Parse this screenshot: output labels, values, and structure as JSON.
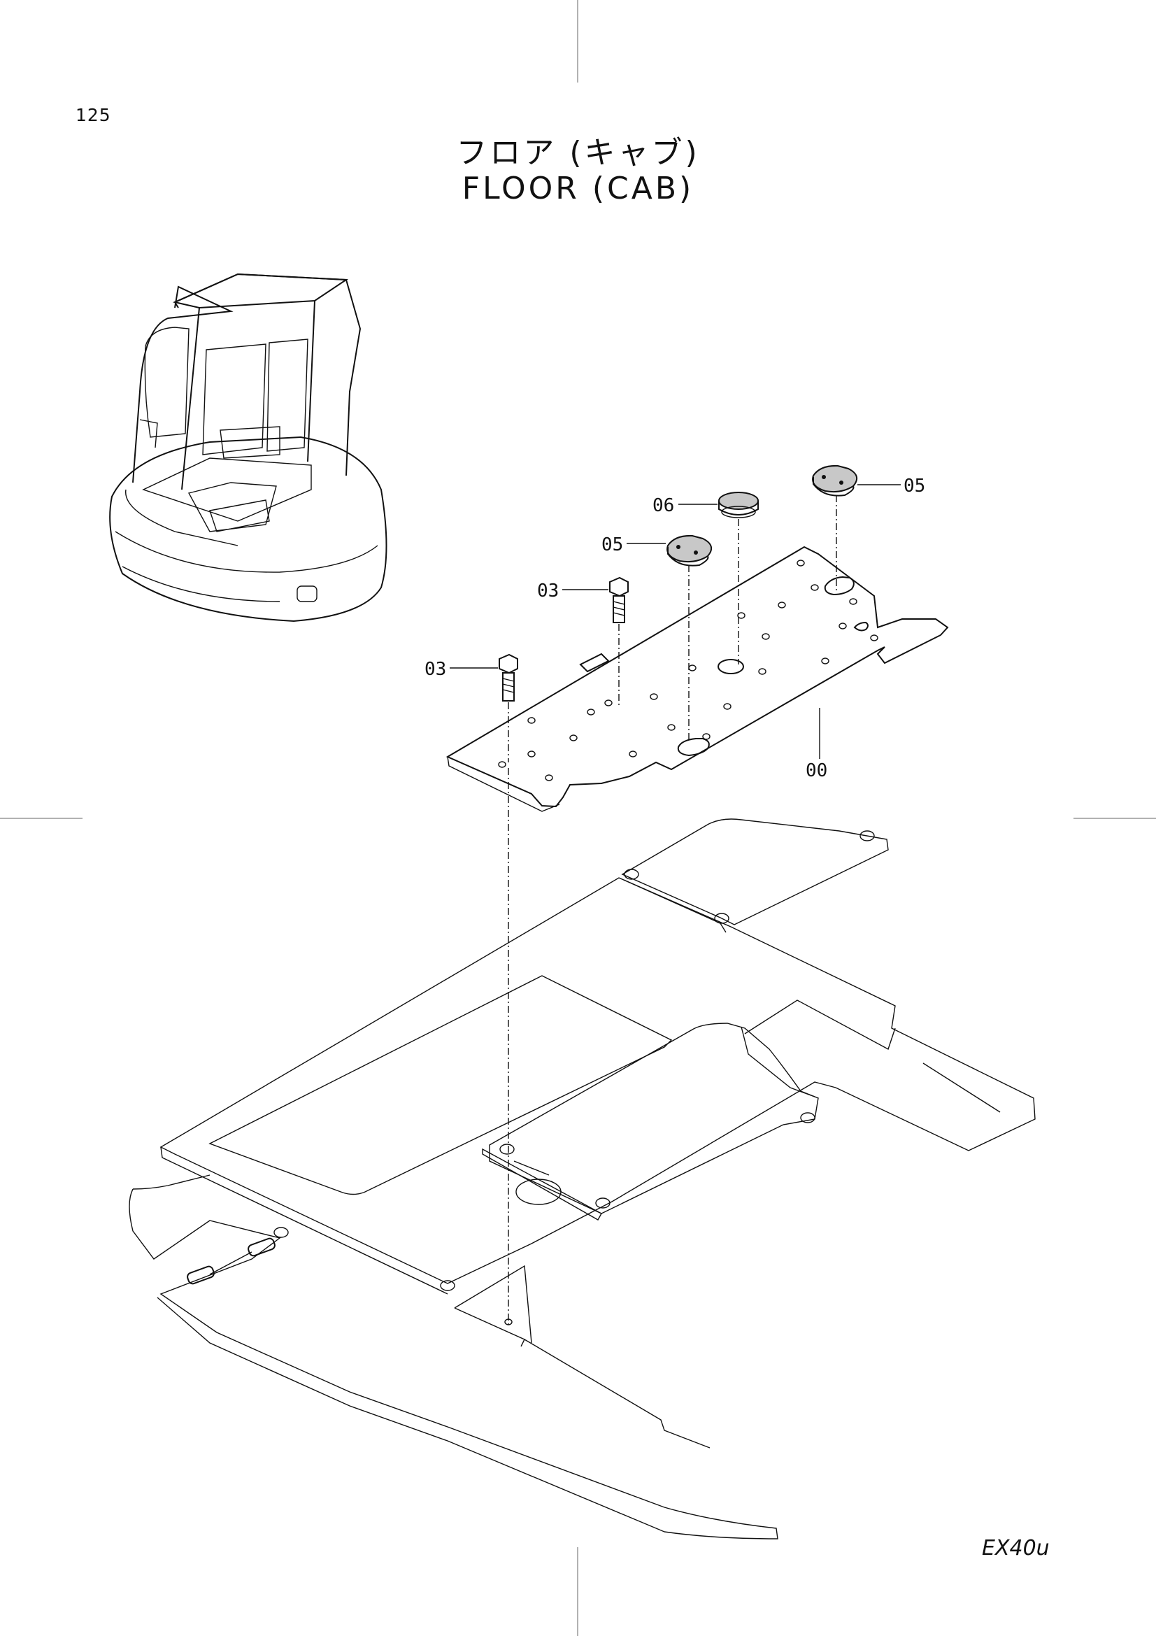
{
  "page_number": "125",
  "title_jp": "フロア (キャブ)",
  "title_en": "FLOOR (CAB)",
  "model": "EX40u",
  "callouts": {
    "c06": "06",
    "c05a": "05",
    "c05b": "05",
    "c03a": "03",
    "c03b": "03",
    "c00": "00"
  }
}
